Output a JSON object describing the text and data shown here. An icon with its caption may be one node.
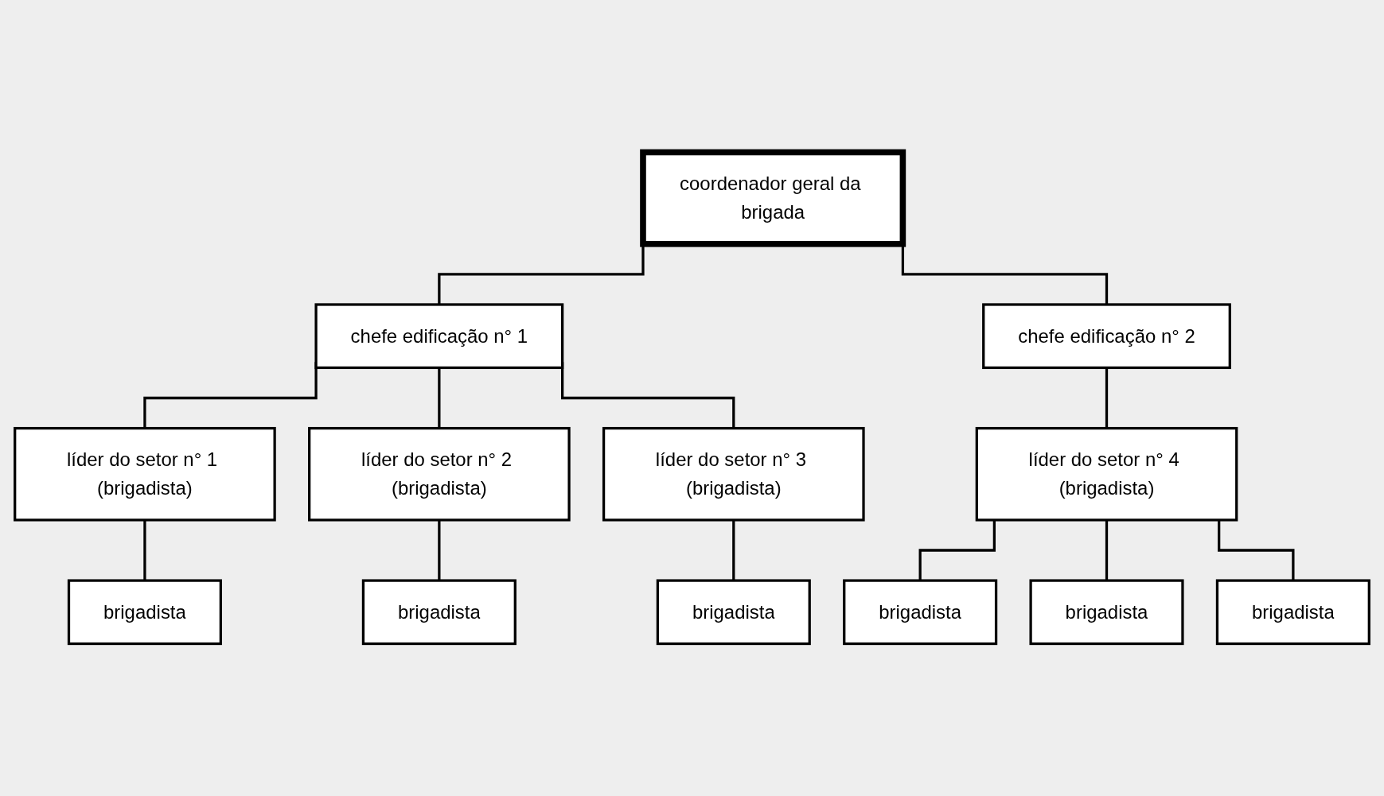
{
  "diagram": {
    "nodes": [
      {
        "text": [
          "coordenador geral da brigada"
        ]
      },
      {
        "text": [
          "chefe edificação n° 1"
        ]
      },
      {
        "text": [
          "chefe edificação n° 2"
        ]
      },
      {
        "text": [
          "líder do setor n° 1 (brigadista)"
        ]
      },
      {
        "text": [
          "líder do setor n° 2 (brigadista)"
        ]
      },
      {
        "text": [
          "líder do setor n° 3 (brigadista)"
        ]
      },
      {
        "text": [
          "líder do setor n° 4 (brigadista)"
        ]
      },
      {
        "text": [
          "brigadista"
        ]
      },
      {
        "text": [
          "brigadista"
        ]
      },
      {
        "text": [
          "brigadista"
        ]
      },
      {
        "text": [
          "brigadista"
        ]
      },
      {
        "text": [
          "brigadista"
        ]
      },
      {
        "text": [
          "brigadista"
        ]
      }
    ],
    "edges": [
      {
        "from": 0,
        "to": 1,
        "arrow": "none"
      },
      {
        "from": 0,
        "to": 2,
        "arrow": "none"
      },
      {
        "from": 1,
        "to": 3,
        "arrow": "none"
      },
      {
        "from": 1,
        "to": 4,
        "arrow": "none"
      },
      {
        "from": 1,
        "to": 5,
        "arrow": "none"
      },
      {
        "from": 2,
        "to": 6,
        "arrow": "none"
      },
      {
        "from": 3,
        "to": 7,
        "arrow": "none"
      },
      {
        "from": 4,
        "to": 8,
        "arrow": "none"
      },
      {
        "from": 5,
        "to": 9,
        "arrow": "none"
      },
      {
        "from": 6,
        "to": 10,
        "arrow": "none"
      },
      {
        "from": 6,
        "to": 11,
        "arrow": "none"
      },
      {
        "from": 6,
        "to": 12,
        "arrow": "none"
      }
    ]
  }
}
